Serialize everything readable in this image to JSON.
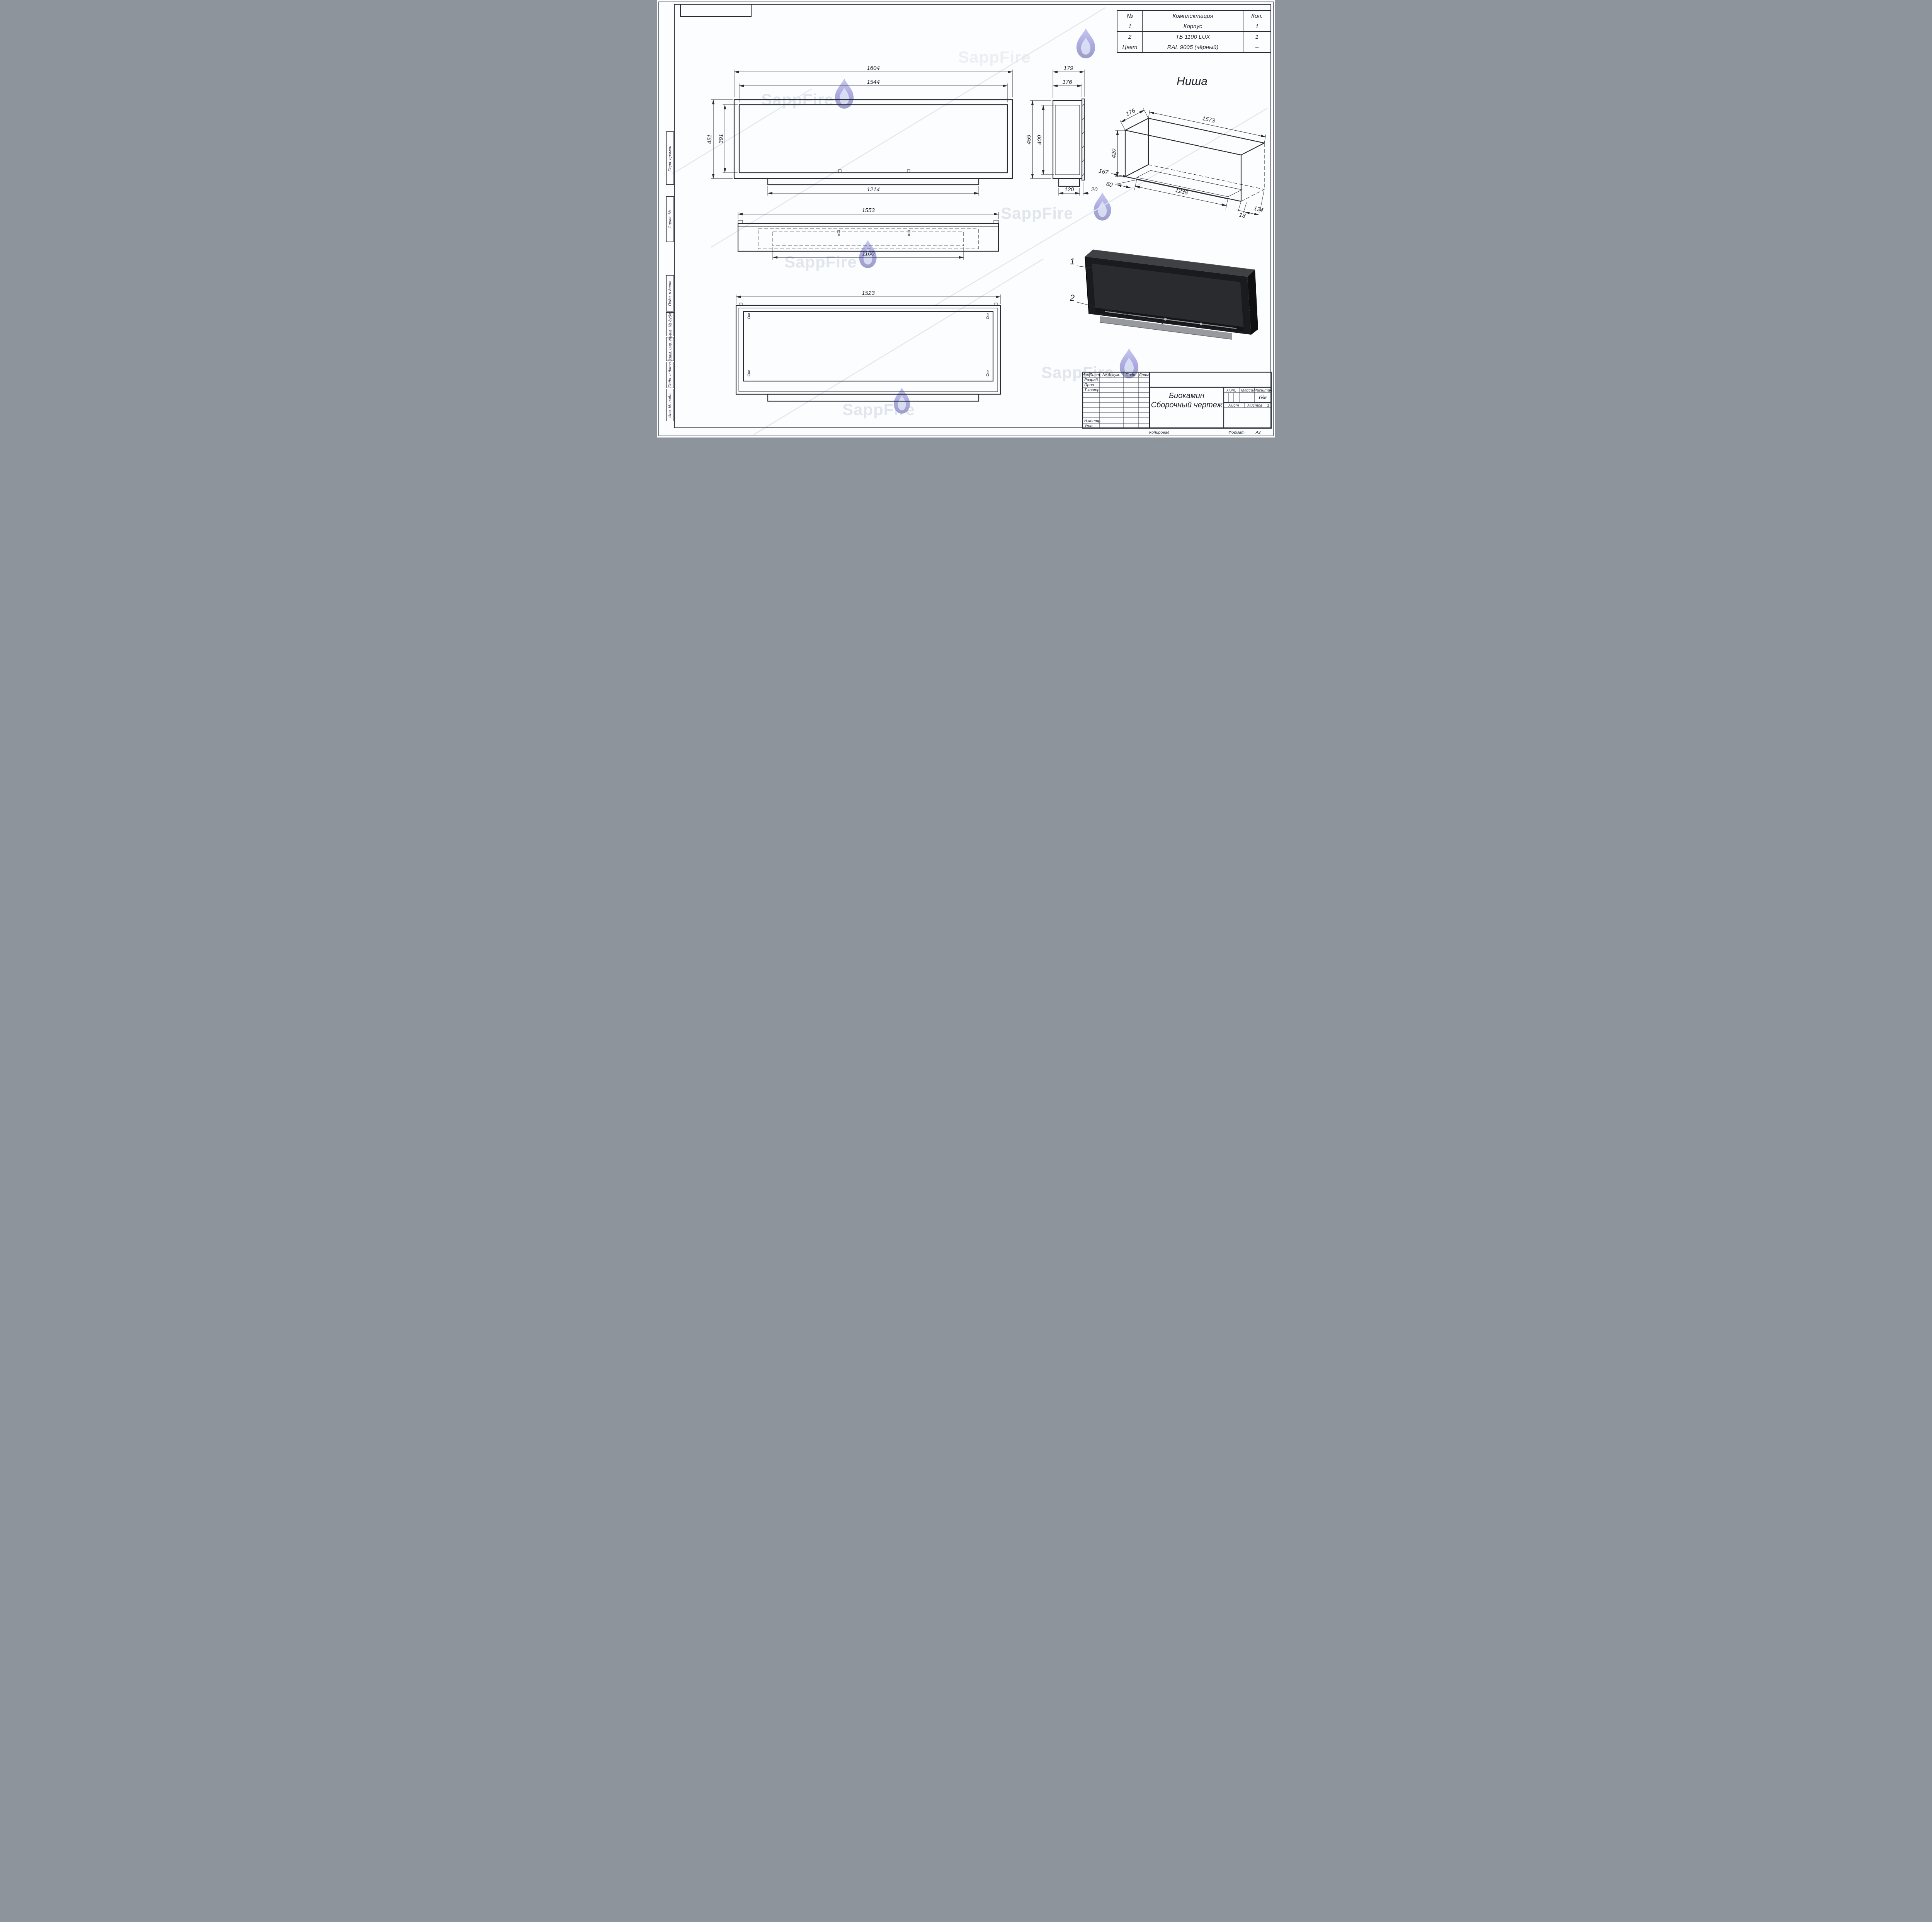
{
  "watermark": {
    "text": "SappFire"
  },
  "parts_table": {
    "headers": [
      "№",
      "Комплектация",
      "Кол."
    ],
    "rows": [
      [
        "1",
        "Корпус",
        "1"
      ],
      [
        "2",
        "ТБ 1100 LUX",
        "1"
      ],
      [
        "Цвет",
        "RAL 9005 (чёрный)",
        "–"
      ]
    ]
  },
  "front_view": {
    "width_outer": "1604",
    "width_inner": "1544",
    "height_outer": "451",
    "height_inner": "391",
    "base_width": "1214"
  },
  "side_view": {
    "depth_outer": "179",
    "depth_inner": "176",
    "height_outer": "459",
    "height_inner": "400",
    "base_depth": "120",
    "base_offset": "20"
  },
  "plan_view": {
    "width_outer": "1553",
    "burner_width": "1100"
  },
  "back_view": {
    "width_outer": "1523"
  },
  "niche_view": {
    "title": "Ниша",
    "depth": "176",
    "width": "1573",
    "height": "420",
    "ledge": "167",
    "d60": "60",
    "tray_width": "1238",
    "d13": "13",
    "d134": "134"
  },
  "callouts": {
    "item1": "1",
    "item2": "2"
  },
  "title_block": {
    "columns": [
      "Изм.",
      "Лист",
      "№ докум.",
      "Подп.",
      "Дата"
    ],
    "rows": {
      "razrab": "Разраб.",
      "prov": "Пров.",
      "tkontr": "Т.контр.",
      "nkontr": "Н.контр.",
      "utv": "Утв."
    },
    "doc_title_line1": "Биокамин",
    "doc_title_line2": "Сборочный чертеж",
    "lit_label": "Лит.",
    "mass_label": "Масса",
    "scale_label": "Масштаб",
    "scale_value": "б/м",
    "sheet_label": "Лист",
    "sheets_label": "Листов",
    "sheets_value": "1",
    "kopiroval": "Копировал",
    "format_label": "Формат",
    "format_value": "А2"
  },
  "margin_labels": [
    "Перв. примен.",
    "Справ. №",
    "Подп. и дата",
    "Инв. № дубл.",
    "Взам. инв. №",
    "Подп. и дата",
    "Инв. № подл."
  ]
}
